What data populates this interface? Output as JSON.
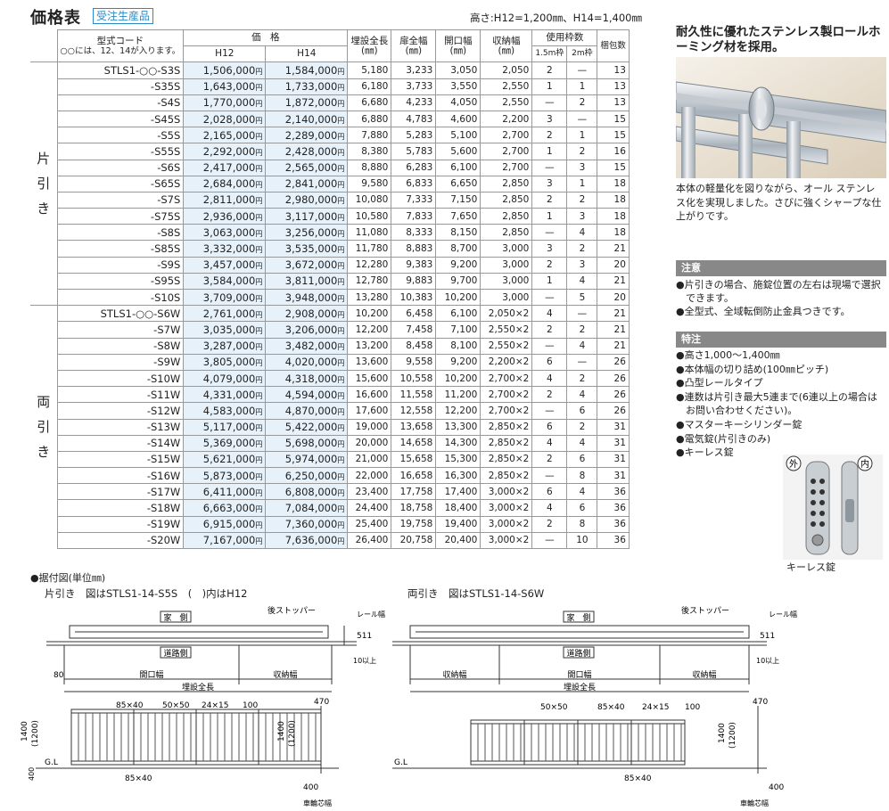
{
  "header": {
    "title": "価格表",
    "badge": "受注生産品",
    "height_note": "高さ:H12=1,200㎜、H14=1,400㎜"
  },
  "table": {
    "h_model": "型式コード",
    "h_model_note": "○○には、12、14が入ります。",
    "h_price": "価　格",
    "h_h12": "H12",
    "h_h14": "H14",
    "h_bury": "埋設全長",
    "h_door": "扉全幅",
    "h_open": "開口幅",
    "h_store": "収納幅",
    "h_unit": "(㎜)",
    "h_count": "使用枠数",
    "h_15": "1.5m枠",
    "h_2": "2m枠",
    "h_pack": "梱包数",
    "yen": "円",
    "group_single": "片\n引\nき",
    "group_double": "両\n引\nき",
    "single": [
      [
        "STLS1-○○-S3S",
        "1,506,000",
        "1,584,000",
        "5,180",
        "3,233",
        "3,050",
        "2,050",
        "2",
        "—",
        "13"
      ],
      [
        "-S35S",
        "1,643,000",
        "1,733,000",
        "6,180",
        "3,733",
        "3,550",
        "2,550",
        "1",
        "1",
        "13"
      ],
      [
        "-S4S",
        "1,770,000",
        "1,872,000",
        "6,680",
        "4,233",
        "4,050",
        "2,550",
        "—",
        "2",
        "13"
      ],
      [
        "-S45S",
        "2,028,000",
        "2,140,000",
        "6,880",
        "4,783",
        "4,600",
        "2,200",
        "3",
        "—",
        "15"
      ],
      [
        "-S5S",
        "2,165,000",
        "2,289,000",
        "7,880",
        "5,283",
        "5,100",
        "2,700",
        "2",
        "1",
        "15"
      ],
      [
        "-S55S",
        "2,292,000",
        "2,428,000",
        "8,380",
        "5,783",
        "5,600",
        "2,700",
        "1",
        "2",
        "16"
      ],
      [
        "-S6S",
        "2,417,000",
        "2,565,000",
        "8,880",
        "6,283",
        "6,100",
        "2,700",
        "—",
        "3",
        "15"
      ],
      [
        "-S65S",
        "2,684,000",
        "2,841,000",
        "9,580",
        "6,833",
        "6,650",
        "2,850",
        "3",
        "1",
        "18"
      ],
      [
        "-S7S",
        "2,811,000",
        "2,980,000",
        "10,080",
        "7,333",
        "7,150",
        "2,850",
        "2",
        "2",
        "18"
      ],
      [
        "-S75S",
        "2,936,000",
        "3,117,000",
        "10,580",
        "7,833",
        "7,650",
        "2,850",
        "1",
        "3",
        "18"
      ],
      [
        "-S8S",
        "3,063,000",
        "3,256,000",
        "11,080",
        "8,333",
        "8,150",
        "2,850",
        "—",
        "4",
        "18"
      ],
      [
        "-S85S",
        "3,332,000",
        "3,535,000",
        "11,780",
        "8,883",
        "8,700",
        "3,000",
        "3",
        "2",
        "21"
      ],
      [
        "-S9S",
        "3,457,000",
        "3,672,000",
        "12,280",
        "9,383",
        "9,200",
        "3,000",
        "2",
        "3",
        "20"
      ],
      [
        "-S95S",
        "3,584,000",
        "3,811,000",
        "12,780",
        "9,883",
        "9,700",
        "3,000",
        "1",
        "4",
        "21"
      ],
      [
        "-S10S",
        "3,709,000",
        "3,948,000",
        "13,280",
        "10,383",
        "10,200",
        "3,000",
        "—",
        "5",
        "20"
      ]
    ],
    "double": [
      [
        "STLS1-○○-S6W",
        "2,761,000",
        "2,908,000",
        "10,200",
        "6,458",
        "6,100",
        "2,050×2",
        "4",
        "—",
        "21"
      ],
      [
        "-S7W",
        "3,035,000",
        "3,206,000",
        "12,200",
        "7,458",
        "7,100",
        "2,550×2",
        "2",
        "2",
        "21"
      ],
      [
        "-S8W",
        "3,287,000",
        "3,482,000",
        "13,200",
        "8,458",
        "8,100",
        "2,550×2",
        "—",
        "4",
        "21"
      ],
      [
        "-S9W",
        "3,805,000",
        "4,020,000",
        "13,600",
        "9,558",
        "9,200",
        "2,200×2",
        "6",
        "—",
        "26"
      ],
      [
        "-S10W",
        "4,079,000",
        "4,318,000",
        "15,600",
        "10,558",
        "10,200",
        "2,700×2",
        "4",
        "2",
        "26"
      ],
      [
        "-S11W",
        "4,331,000",
        "4,594,000",
        "16,600",
        "11,558",
        "11,200",
        "2,700×2",
        "2",
        "4",
        "26"
      ],
      [
        "-S12W",
        "4,583,000",
        "4,870,000",
        "17,600",
        "12,558",
        "12,200",
        "2,700×2",
        "—",
        "6",
        "26"
      ],
      [
        "-S13W",
        "5,117,000",
        "5,422,000",
        "19,000",
        "13,658",
        "13,300",
        "2,850×2",
        "6",
        "2",
        "31"
      ],
      [
        "-S14W",
        "5,369,000",
        "5,698,000",
        "20,000",
        "14,658",
        "14,300",
        "2,850×2",
        "4",
        "4",
        "31"
      ],
      [
        "-S15W",
        "5,621,000",
        "5,974,000",
        "21,000",
        "15,658",
        "15,300",
        "2,850×2",
        "2",
        "6",
        "31"
      ],
      [
        "-S16W",
        "5,873,000",
        "6,250,000",
        "22,000",
        "16,658",
        "16,300",
        "2,850×2",
        "—",
        "8",
        "31"
      ],
      [
        "-S17W",
        "6,411,000",
        "6,808,000",
        "23,400",
        "17,758",
        "17,400",
        "3,000×2",
        "6",
        "4",
        "36"
      ],
      [
        "-S18W",
        "6,663,000",
        "7,084,000",
        "24,400",
        "18,758",
        "18,400",
        "3,000×2",
        "4",
        "6",
        "36"
      ],
      [
        "-S19W",
        "6,915,000",
        "7,360,000",
        "25,400",
        "19,758",
        "19,400",
        "3,000×2",
        "2",
        "8",
        "36"
      ],
      [
        "-S20W",
        "7,167,000",
        "7,636,000",
        "26,400",
        "20,758",
        "20,400",
        "3,000×2",
        "—",
        "10",
        "36"
      ]
    ]
  },
  "side": {
    "headline": "耐久性に優れたステンレス製ロールホーミング材を採用。",
    "desc": "本体の軽量化を図りながら、オール ステンレス化を実現しました。さびに強くシャープな仕上がりです。",
    "notice_tag": "注意",
    "notices": [
      "●片引きの場合、施錠位置の左右は現場で選択できます。",
      "●全型式、全域転倒防止金具つきです。"
    ],
    "feature_tag": "特注",
    "features": [
      "●高さ1,000〜1,400㎜",
      "●本体幅の切り詰め(100㎜ピッチ)",
      "●凸型レールタイプ",
      "●連数は片引き最大5連まで(6連以上の場合はお問い合わせください)。",
      "●マスターキーシリンダー錠",
      "●電気錠(片引きのみ)",
      "●キーレス錠"
    ],
    "lock_out": "外",
    "lock_in": "内",
    "lock_caption": "キーレス錠"
  },
  "drawing": {
    "title": "●据付図(単位㎜)",
    "sub_single": "片引き　図はSTLS1-14-S5S　(　)内はH12",
    "sub_double": "両引き　図はSTLS1-14-S6W",
    "house": "家　側",
    "road": "道路側",
    "stopper": "後ストッパー",
    "rail": "レール幅",
    "h511": "511",
    "min10": "10以上",
    "d80": "80",
    "opening": "開口幅",
    "storage": "収納幅",
    "bury": "埋設全長",
    "d85x40": "85×40",
    "d50x50": "50×50",
    "d24x15": "24×15",
    "d100": "100",
    "d470": "470",
    "d1400": "1400",
    "d1200": "(1200)",
    "d400": "400",
    "gl": "G.L",
    "wheel": "車輪芯幅"
  }
}
